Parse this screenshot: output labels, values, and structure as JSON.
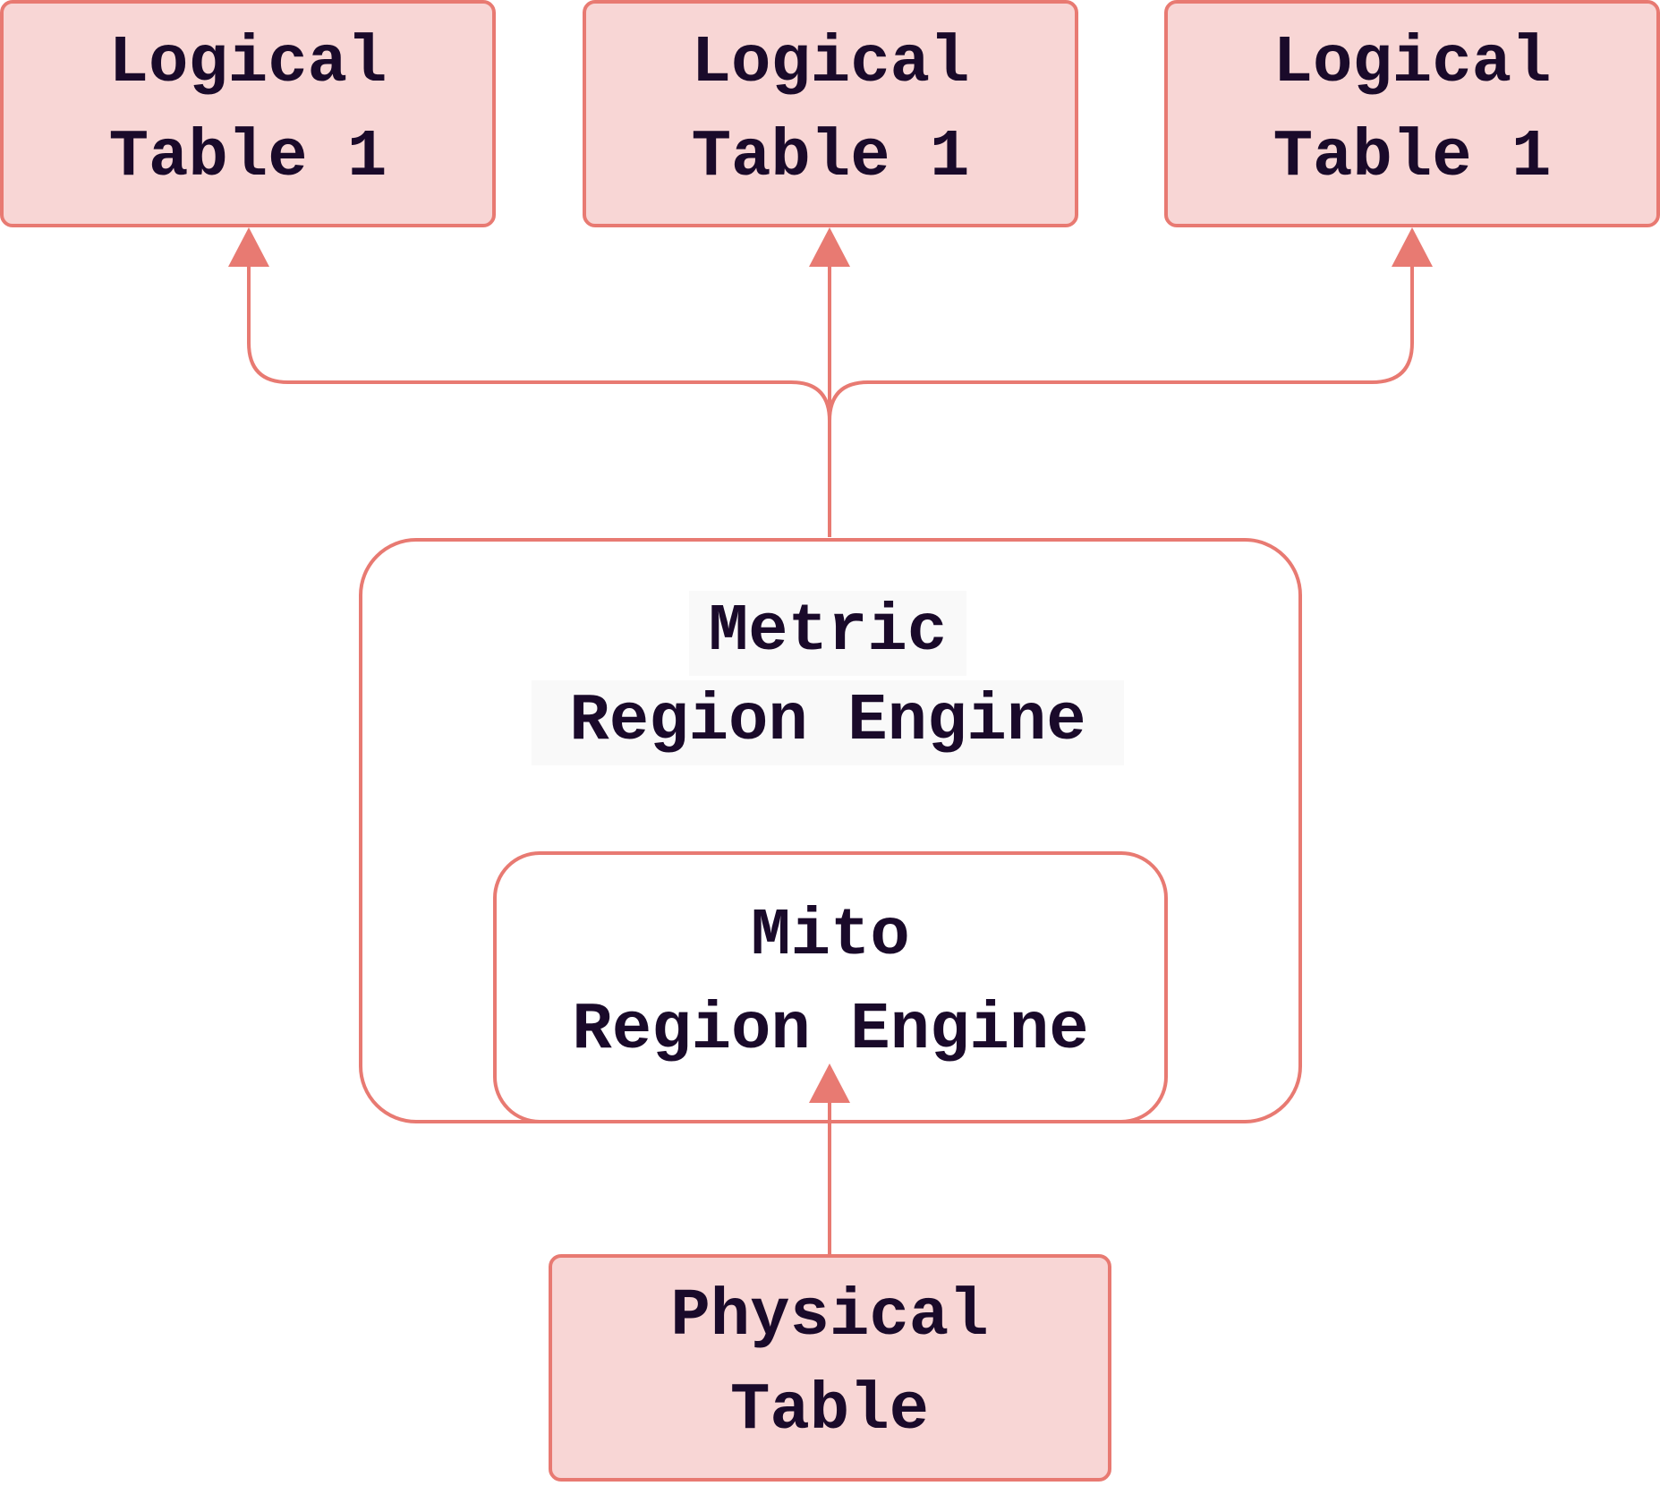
{
  "colors": {
    "stroke": "#e87a72",
    "fill": "#f8d6d5",
    "text": "#1a0a2a",
    "highlight": "#f9f9f9"
  },
  "logical_tables": [
    {
      "line1": "Logical",
      "line2": "Table 1"
    },
    {
      "line1": "Logical",
      "line2": "Table 1"
    },
    {
      "line1": "Logical",
      "line2": "Table 1"
    }
  ],
  "metric_engine": {
    "line1": "Metric",
    "line2": "Region Engine"
  },
  "mito_engine": {
    "line1": "Mito",
    "line2": "Region Engine"
  },
  "physical_table": {
    "line1": "Physical",
    "line2": "Table"
  }
}
